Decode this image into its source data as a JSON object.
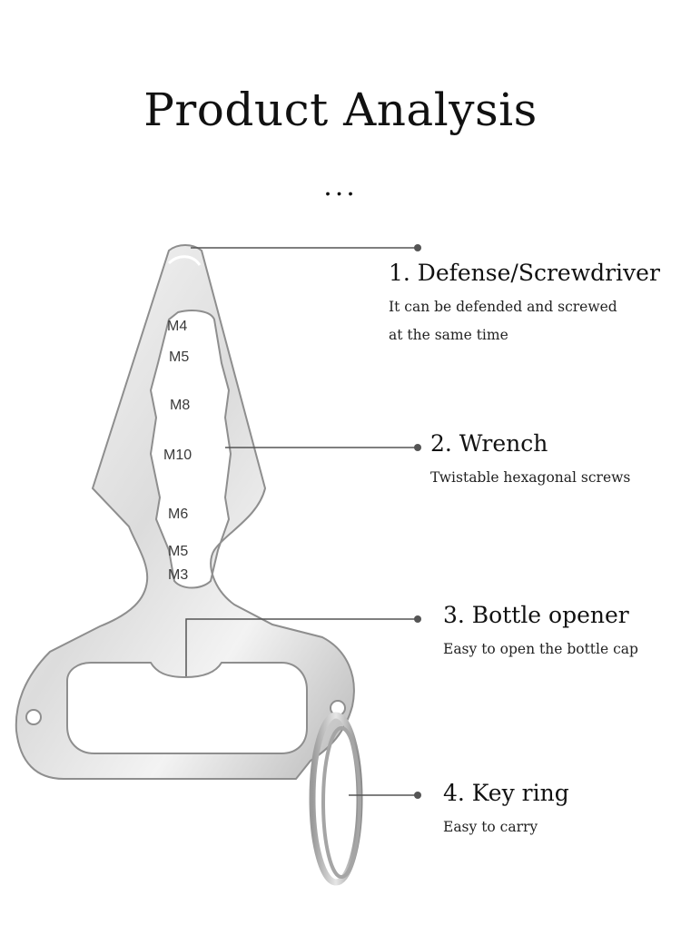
{
  "title": "Product Analysis",
  "ellipsis": "...",
  "features": [
    {
      "heading": "1. Defense/Screwdriver",
      "desc1": "It can be defended and screwed",
      "desc2": "at the same time"
    },
    {
      "heading": "2. Wrench",
      "desc1": "Twistable hexagonal screws"
    },
    {
      "heading": "3. Bottle opener",
      "desc1": "Easy to open the bottle cap"
    },
    {
      "heading": "4. Key ring",
      "desc1": "Easy to carry"
    }
  ],
  "sizes": [
    "M4",
    "M5",
    "M8",
    "M10",
    "M6",
    "M5",
    "M3"
  ],
  "colors": {
    "steel_light": "#f4f4f4",
    "steel_mid": "#cfcfcf",
    "steel_dark": "#8e8e8e",
    "leader": "#555555",
    "text": "#111111"
  }
}
